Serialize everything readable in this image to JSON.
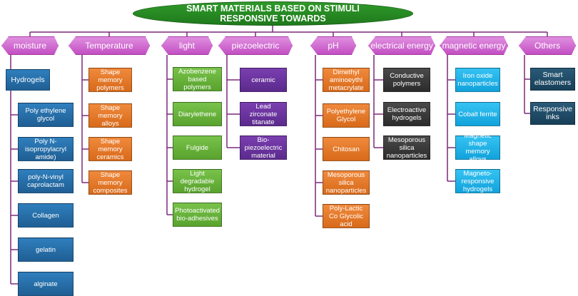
{
  "title": {
    "line1": "SMART MATERIALS BASED ON STIMULI",
    "line2": "RESPONSIVE TOWARDS"
  },
  "colors": {
    "connector": "#7a2a7a",
    "category": "#c34fc3",
    "title_fill": "#1f7a1c"
  },
  "categories": [
    {
      "label": "moisture",
      "color": "blue",
      "top": "Hydrogels",
      "items": [
        "Poly ethylene glycol",
        "Poly N-isopropylacryl amide)",
        "poly-N-vinyl caprolactam",
        "Collagen",
        "gelatin",
        "alginate"
      ]
    },
    {
      "label": "Temperature",
      "color": "orange",
      "items": [
        "Shape memory polymers",
        "Shape memory alloys",
        "Shape memory ceramics",
        "Shape memory composites"
      ]
    },
    {
      "label": "light",
      "color": "green",
      "items": [
        "Azobenzene based polymers",
        "Diarylethene",
        "Fulgide",
        "Light degradable hydrogel",
        "Photoactivated bio-adhesives"
      ]
    },
    {
      "label": "piezoelectric",
      "color": "purple",
      "items": [
        "ceramic",
        "Lead zirconate titanate",
        "Bio-piezoelectric material"
      ]
    },
    {
      "label": "pH",
      "color": "orange",
      "items": [
        "Dimethyl aminoeythl metacrylate",
        "Polyethylene Glycol",
        "Chitosan",
        "Mesoporous silica nanoparticles",
        "Poly-Lactic Co Glycolic acid"
      ]
    },
    {
      "label": "electrical energy",
      "color": "dark",
      "items": [
        "Conductive polymers",
        "Electroactive hydrogels",
        "Mesoporous silica nanoparticles"
      ]
    },
    {
      "label": "magnetic energy",
      "color": "cyan",
      "items": [
        "Iron oxide nanoparticles",
        "Cobalt ferrite",
        "Magnetic shape memory alloys",
        "Magneto-responsive hydrogels"
      ]
    },
    {
      "label": "Others",
      "color": "teal",
      "items": [
        "Smart elastomers",
        "Responsive inks"
      ]
    }
  ]
}
